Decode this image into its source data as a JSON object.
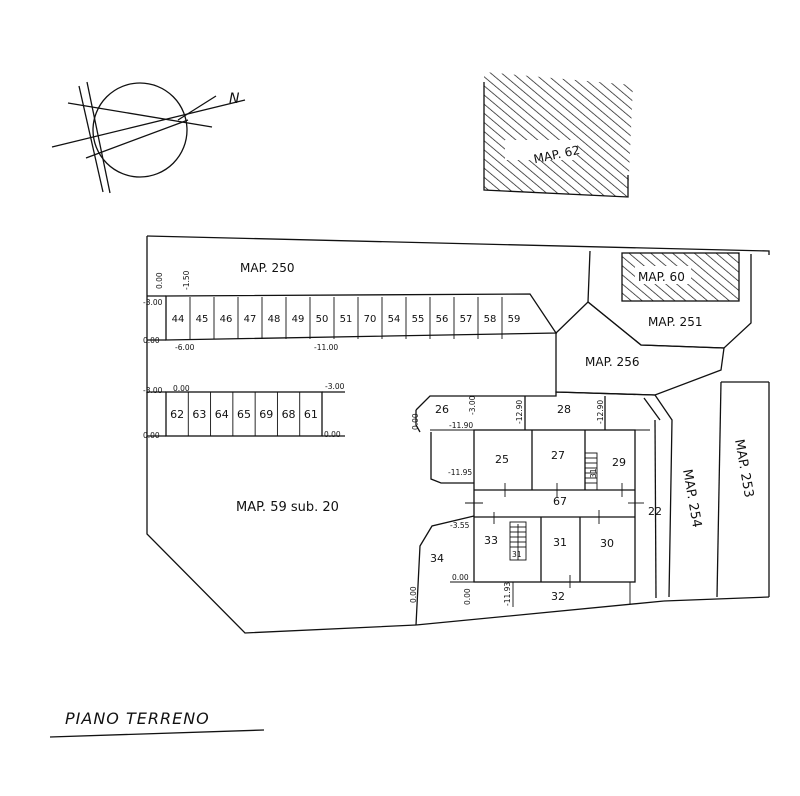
{
  "compass": {
    "north": "N"
  },
  "labels": {
    "map62": "MAP. 62",
    "map250": "MAP. 250",
    "map60": "MAP. 60",
    "map251": "MAP. 251",
    "map256": "MAP. 256",
    "map59": "MAP. 59 sub. 20",
    "map254": "MAP. 254",
    "map253": "MAP. 253",
    "floor": "PIANO TERRENO"
  },
  "garages_top": [
    "44",
    "45",
    "46",
    "47",
    "48",
    "49",
    "50",
    "51",
    "70",
    "54",
    "55",
    "56",
    "57",
    "58",
    "59"
  ],
  "garages_mid": [
    "62",
    "63",
    "64",
    "65",
    "69",
    "68",
    "61"
  ],
  "rooms": {
    "r25": "25",
    "r27": "27",
    "r29": "29",
    "r26": "26",
    "r28": "28",
    "r67": "67",
    "r33": "33",
    "r31": "31",
    "r30": "30",
    "r32": "32",
    "r34": "34",
    "r22": "22",
    "stair1": "31",
    "stair2": "31"
  },
  "dims": {
    "d1": "0.00",
    "d2": "-1.50",
    "d3": "-3.00",
    "d4": "0.00",
    "d5": "-6.00",
    "d6": "-11.00",
    "d7": "-3.00",
    "d8": "0.00",
    "d9": "-3.00",
    "d10": "0.00",
    "d11": "0.00",
    "d12": "-3.00",
    "d13": "-11.90",
    "d14": "-12.90",
    "d15": "-12.90",
    "d16": "-11.95",
    "d17": "-3.55",
    "d18": "0.00",
    "d19": "0.00",
    "d20": "-11.93",
    "d21": "0.00"
  }
}
